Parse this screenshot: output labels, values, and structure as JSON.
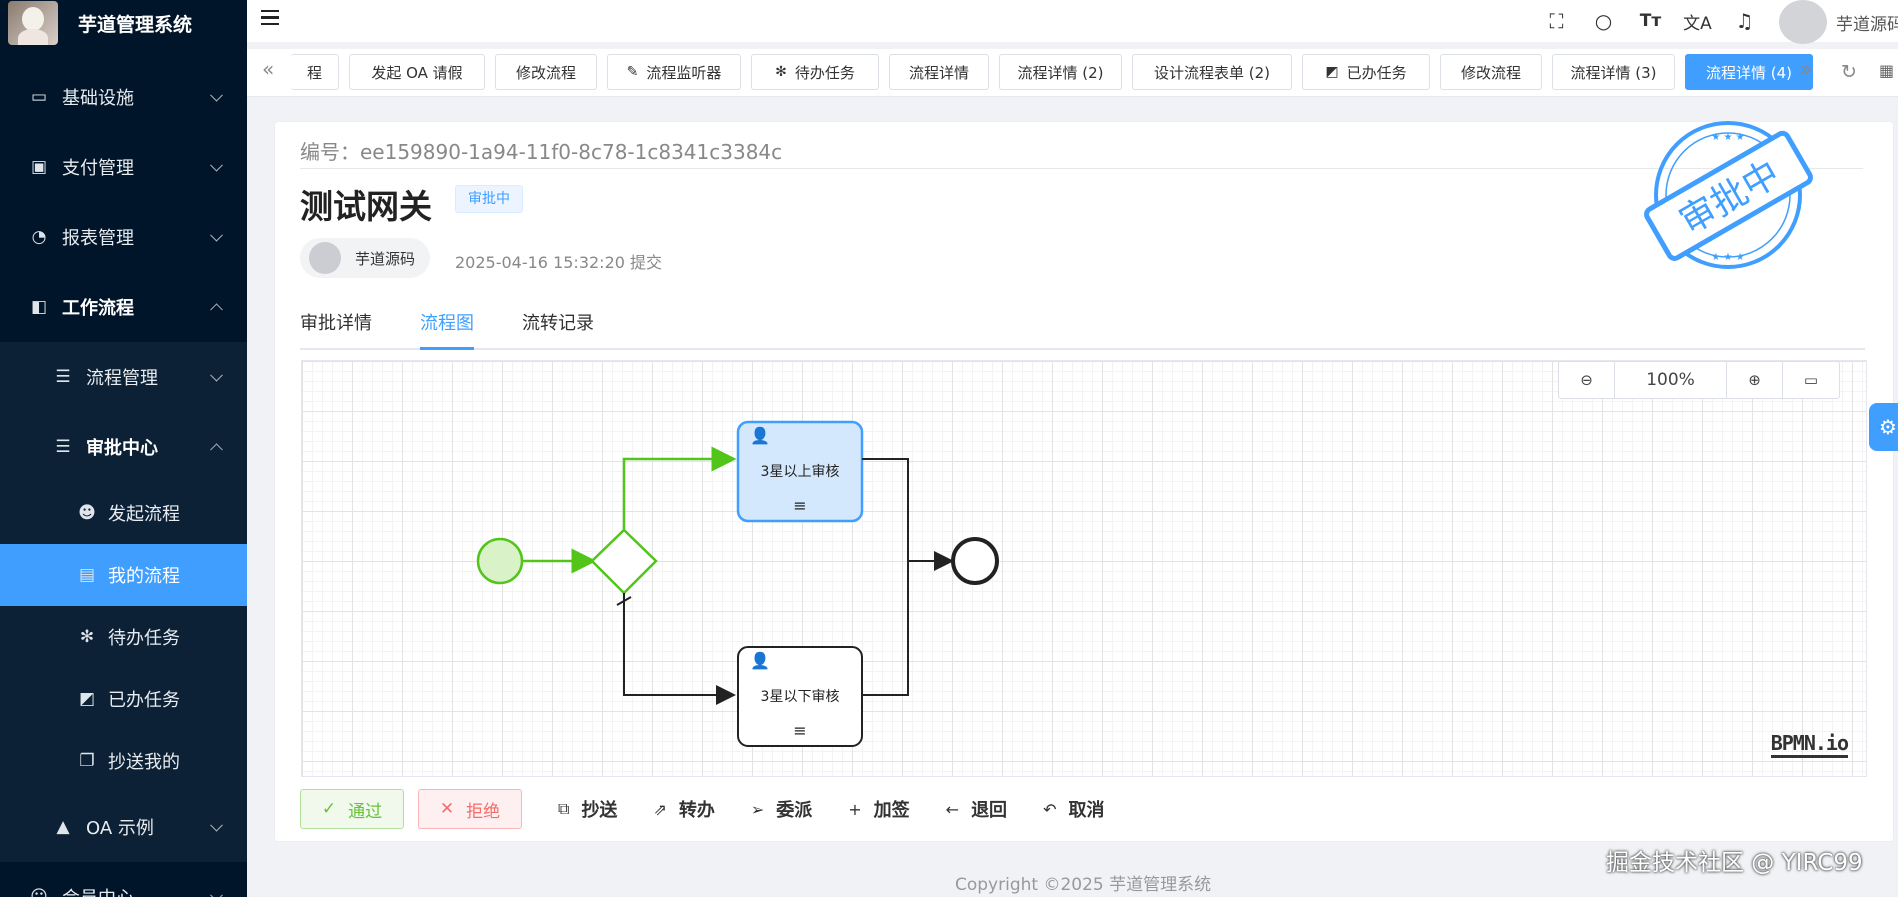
{
  "app": {
    "title": "芋道管理系统"
  },
  "sidebar": {
    "items": [
      {
        "label": "基础设施",
        "icon": "monitor-icon"
      },
      {
        "label": "支付管理",
        "icon": "payment-icon"
      },
      {
        "label": "报表管理",
        "icon": "chart-icon"
      },
      {
        "label": "工作流程",
        "icon": "workflow-icon"
      },
      {
        "label": "流程管理",
        "icon": "list-icon"
      },
      {
        "label": "审批中心",
        "icon": "approval-icon"
      },
      {
        "label": "发起流程",
        "icon": "smile-icon"
      },
      {
        "label": "我的流程",
        "icon": "book-icon"
      },
      {
        "label": "待办任务",
        "icon": "gear-icon"
      },
      {
        "label": "已办任务",
        "icon": "done-icon"
      },
      {
        "label": "抄送我的",
        "icon": "copy-icon"
      },
      {
        "label": "OA 示例",
        "icon": "oa-icon"
      },
      {
        "label": "会员中心",
        "icon": "member-icon"
      }
    ]
  },
  "header": {
    "user_name": "芋道源码",
    "icons": [
      "fullscreen-icon",
      "search-icon",
      "font-size-icon",
      "translate-icon",
      "bell-icon"
    ]
  },
  "tabs": [
    {
      "label": "程"
    },
    {
      "label": "发起 OA 请假"
    },
    {
      "label": "修改流程"
    },
    {
      "label": "流程监听器"
    },
    {
      "label": "待办任务"
    },
    {
      "label": "流程详情"
    },
    {
      "label": "流程详情 (2)"
    },
    {
      "label": "设计流程表单 (2)"
    },
    {
      "label": "已办任务"
    },
    {
      "label": "修改流程"
    },
    {
      "label": "流程详情 (3)"
    },
    {
      "label": "流程详情 (4)"
    }
  ],
  "detail": {
    "number_label": "编号：ee159890-1a94-11f0-8c78-1c8341c3384c",
    "title": "测试网关",
    "status": "审批中",
    "starter": "芋道源码",
    "submit_time": "2025-04-16 15:32:20 提交",
    "stamp_text": "审批中",
    "tabs": [
      "审批详情",
      "流程图",
      "流转记录"
    ]
  },
  "diagram": {
    "zoom": "100%",
    "task_top": "3星以上审核",
    "task_bottom": "3星以下审核",
    "logo": "BPMN.io",
    "colors": {
      "completed": "#52c41a",
      "active_fill": "#d3e8fd",
      "active_stroke": "#409eff"
    }
  },
  "actions": {
    "approve": "通过",
    "reject": "拒绝",
    "copy": "抄送",
    "transfer": "转办",
    "delegate": "委派",
    "add_sign": "加签",
    "return": "退回",
    "cancel": "取消"
  },
  "footer": {
    "copyright": "Copyright ©2025 芋道管理系统",
    "watermark": "掘金技术社区 @ YIRC99"
  }
}
